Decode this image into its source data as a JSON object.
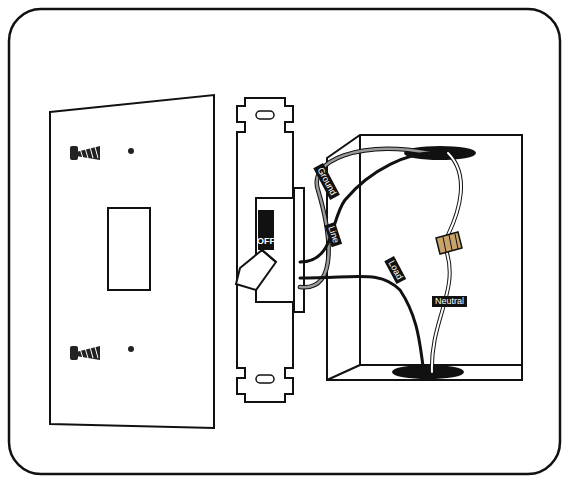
{
  "diagram": {
    "labels": [
      "OFF",
      "Ground",
      "Line",
      "Load",
      "Neutral"
    ]
  }
}
